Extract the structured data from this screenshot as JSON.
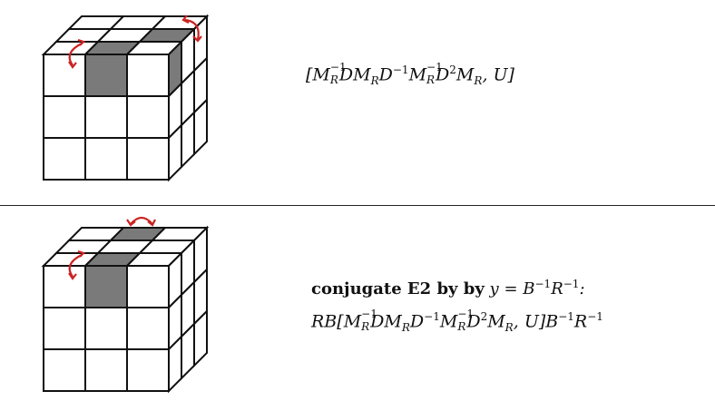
{
  "panels": [
    {
      "formula": "[M_R^{-1} D M_R D^{-1} M_R^{-1} D^2 M_R, U]",
      "highlighted_stickers": "top-center and top-right of U face edge, front top-center"
    },
    {
      "intro_label": "conjugate E2 by by",
      "intro_math": "y = B⁻¹R⁻¹:",
      "formula": "RB[M_R^{-1} D M_R D^{-1} M_R^{-1} D^2 M_R, U]B^{-1}R^{-1}"
    }
  ],
  "colors": {
    "sticker": "#ffffff",
    "highlight": "#7a7a7a",
    "arrow": "#cc2222",
    "line": "#111111"
  }
}
